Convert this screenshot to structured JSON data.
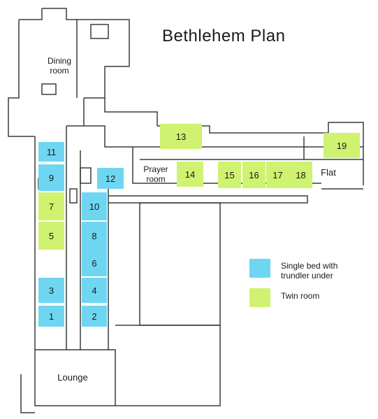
{
  "title": "Bethlehem Plan",
  "colors": {
    "single": "#6fd6f2",
    "twin": "#cff270",
    "wall": "#3c3c3c",
    "background": "#ffffff"
  },
  "areas": {
    "dining": "Dining room",
    "prayer": "Prayer room",
    "lounge": "Lounge",
    "flat": "Flat"
  },
  "rooms": [
    {
      "id": "r1",
      "number": "1",
      "type": "single"
    },
    {
      "id": "r2",
      "number": "2",
      "type": "single"
    },
    {
      "id": "r3",
      "number": "3",
      "type": "single"
    },
    {
      "id": "r4",
      "number": "4",
      "type": "single"
    },
    {
      "id": "r5",
      "number": "5",
      "type": "twin"
    },
    {
      "id": "r6",
      "number": "6",
      "type": "single"
    },
    {
      "id": "r7",
      "number": "7",
      "type": "twin"
    },
    {
      "id": "r8",
      "number": "8",
      "type": "single"
    },
    {
      "id": "r9",
      "number": "9",
      "type": "single"
    },
    {
      "id": "r10",
      "number": "10",
      "type": "single"
    },
    {
      "id": "r11",
      "number": "11",
      "type": "single"
    },
    {
      "id": "r12",
      "number": "12",
      "type": "single"
    },
    {
      "id": "r13",
      "number": "13",
      "type": "twin"
    },
    {
      "id": "r14",
      "number": "14",
      "type": "twin"
    },
    {
      "id": "r15",
      "number": "15",
      "type": "twin"
    },
    {
      "id": "r16",
      "number": "16",
      "type": "twin"
    },
    {
      "id": "r17",
      "number": "17",
      "type": "twin"
    },
    {
      "id": "r18",
      "number": "18",
      "type": "twin"
    },
    {
      "id": "r19",
      "number": "19",
      "type": "twin"
    }
  ],
  "legend": {
    "single_label": "Single bed with trundler under",
    "twin_label": "Twin room"
  }
}
